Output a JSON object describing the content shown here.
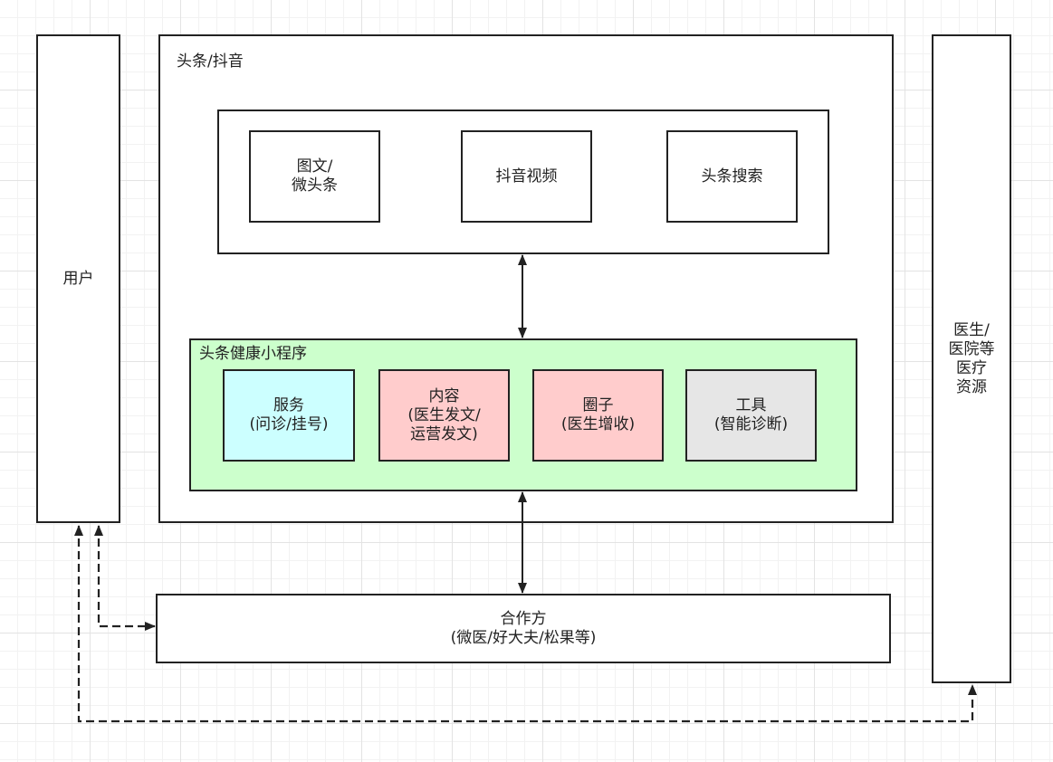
{
  "user": {
    "label": "用户"
  },
  "platform": {
    "title": "头条/抖音",
    "top_items": [
      "图文/\n微头条",
      "抖音视频",
      "头条搜索"
    ],
    "mini_program": {
      "title": "头条健康小程序",
      "modules": [
        {
          "label": "服务\n(问诊/挂号)",
          "color": "#ccffff"
        },
        {
          "label": "内容\n(医生发文/\n运营发文)",
          "color": "#ffcccc"
        },
        {
          "label": "圈子\n(医生增收)",
          "color": "#ffcccc"
        },
        {
          "label": "工具\n(智能诊断)",
          "color": "#e6e6e6"
        }
      ],
      "bg_color": "#ccffcc"
    }
  },
  "partner": {
    "label": "合作方\n(微医/好大夫/松果等)"
  },
  "resources": {
    "label": "医生/\n医院等\n医疗\n资源"
  }
}
